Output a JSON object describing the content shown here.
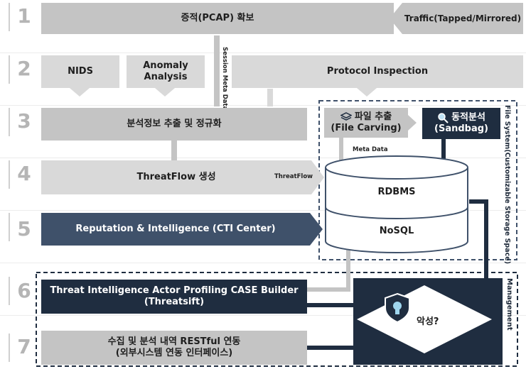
{
  "steps": [
    "1",
    "2",
    "3",
    "4",
    "5",
    "6",
    "7"
  ],
  "row1": {
    "evidence": "증적(PCAP) 확보",
    "traffic": "Traffic(Tapped/Mirrored)"
  },
  "row2": {
    "nids": "NIDS",
    "anomaly_line1": "Anomaly",
    "anomaly_line2": "Analysis",
    "protocol": "Protocol Inspection"
  },
  "session_meta": "Session Meta Data",
  "row3": {
    "extract": "분석정보 추출 및 정규화",
    "carving_line1": "파일 추출",
    "carving_line2": "(File Carving)",
    "sandbag_line1": "동적분석",
    "sandbag_line2": "(Sandbag)",
    "meta_data": "Meta Data"
  },
  "row4": {
    "threatflow_gen": "ThreatFlow 생성",
    "threatflow_label": "ThreatFlow"
  },
  "db": {
    "top": "RDBMS",
    "bottom": "NoSQL"
  },
  "storage_label": "File System(Customizable Storage Space)",
  "row5": {
    "cti": "Reputation & Intelligence (CTI Center)"
  },
  "row6": {
    "case_line1": "Threat Intelligence Actor Profiling CASE Builder",
    "case_line2": "(Threatsift)"
  },
  "row7": {
    "rest_line1": "수집 및 분석 내역 RESTful 연동",
    "rest_line2": "(외부시스템 연동 인터페이스)"
  },
  "management": {
    "label": "Management",
    "decision": "악성?"
  },
  "colors": {
    "navy": "#1f2d40",
    "slate": "#3f516a",
    "gray": "#c4c4c4",
    "light_gray": "#d9d9d9"
  }
}
